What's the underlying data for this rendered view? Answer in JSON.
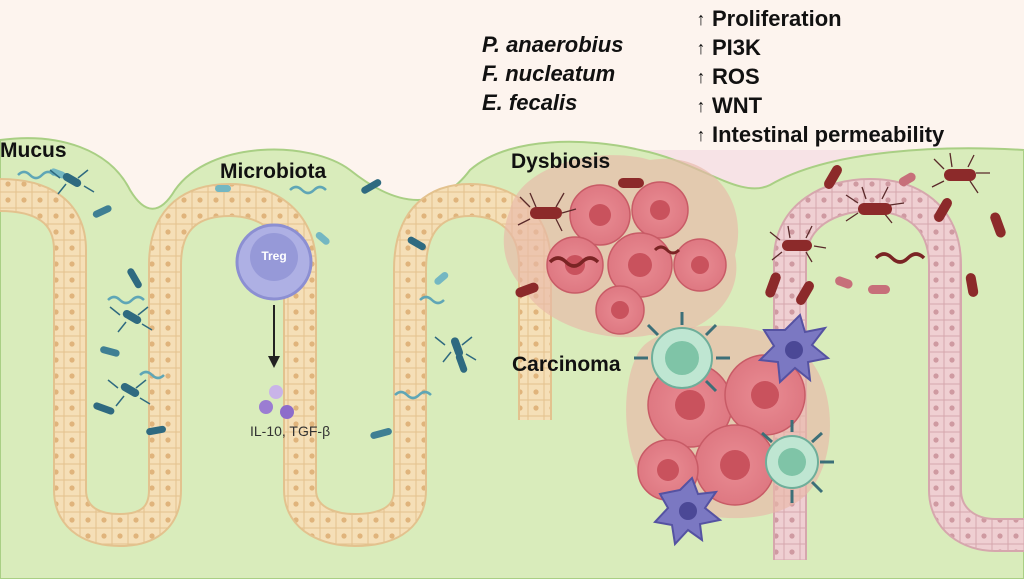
{
  "labels": {
    "mucus": "Mucus",
    "microbiota": "Microbiota",
    "dysbiosis": "Dysbiosis",
    "carcinoma": "Carcinoma",
    "treg": "Treg",
    "cytokines": "IL-10, TGF-β"
  },
  "species": [
    "P. anaerobius",
    "F. nucleatum",
    "E. fecalis"
  ],
  "effects": [
    "Proliferation",
    "PI3K",
    "ROS",
    "WNT",
    "Intestinal permeability"
  ],
  "colors": {
    "mucus": "#d7ebb9",
    "epithelium": "#f3ddb6",
    "tumor": "#e8848c",
    "treg": "#9ea0dc",
    "tcell": "#bfe6d2",
    "dendritic": "#7b78c2",
    "bacteria_healthy": "#3f7f93",
    "bacteria_dysbiotic": "#8c2a2a",
    "inflamed_tissue": "#f3d9dc"
  }
}
